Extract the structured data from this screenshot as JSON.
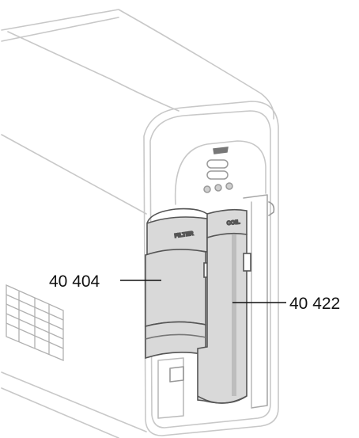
{
  "labels": {
    "filter_part_number": "40 404",
    "coil_part_number": "40 422",
    "filter_cartridge_text": "FILTER",
    "coil_cartridge_text": "COIL"
  },
  "colors": {
    "outline_light": "#c8c8c8",
    "outline_mid": "#9a9a9a",
    "outline_dark": "#555555",
    "cartridge_fill": "#d9d9d9",
    "cartridge_shade": "#bdbdbd",
    "callout_line": "#111111"
  }
}
